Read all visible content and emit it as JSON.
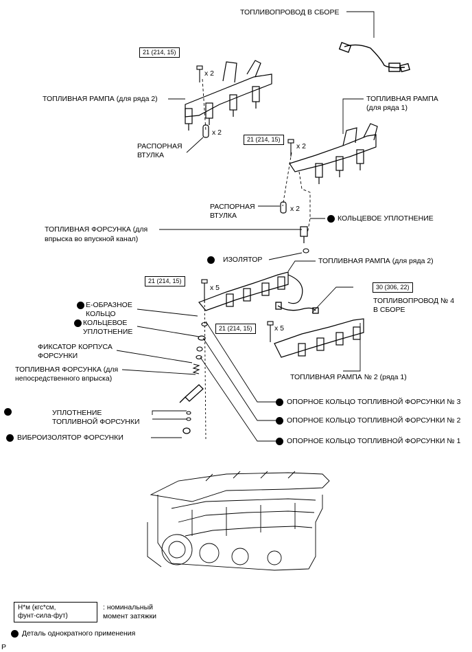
{
  "labels": {
    "fuel_pipe_assy": "ТОПЛИВОПРОВОД В СБОРЕ",
    "rail_bank2_top": "ТОПЛИВНАЯ РАМПА (для ряда 2)",
    "rail_bank1_top_l1": "ТОПЛИВНАЯ РАМПА",
    "rail_bank1_top_l2": "(для ряда 1)",
    "spacer_l1": "РАСПОРНАЯ",
    "spacer_l2": "ВТУЛКА",
    "spacer2_l1": "РАСПОРНАЯ",
    "spacer2_l2": "ВТУЛКА",
    "o_ring_top": "КОЛЬЦЕВОЕ УПЛОТНЕНИЕ",
    "port_injector_l1": "ТОПЛИВНАЯ ФОРСУНКА (для",
    "port_injector_l2": "впрыска во впускной канал)",
    "insulator": "ИЗОЛЯТОР",
    "rail_bank2_mid": "ТОПЛИВНАЯ РАМПА (для ряда 2)",
    "e_ring_l1": "Е-ОБРАЗНОЕ",
    "e_ring_l2": "КОЛЬЦО",
    "o_ring_mid_l1": "КОЛЬЦЕВОЕ",
    "o_ring_mid_l2": "УПЛОТНЕНИЕ",
    "fuel_pipe4_l1": "ТОПЛИВОПРОВОД № 4",
    "fuel_pipe4_l2": "В СБОРЕ",
    "clamp_l1": "ФИКСАТОР КОРПУСА",
    "clamp_l2": "ФОРСУНКИ",
    "di_injector_l1": "ТОПЛИВНАЯ ФОРСУНКА (для",
    "di_injector_l2": "непосредственного впрыска)",
    "rail_no2_bank1": "ТОПЛИВНАЯ РАМПА № 2 (ряда 1)",
    "seal_l1": "УПЛОТНЕНИЕ",
    "seal_l2": "ТОПЛИВНОЙ ФОРСУНКИ",
    "vibro_insulator": "ВИБРОИЗОЛЯТОР ФОРСУНКИ",
    "backup_ring3": "ОПОРНОЕ КОЛЬЦО ТОПЛИВНОЙ ФОРСУНКИ № 3",
    "backup_ring2": "ОПОРНОЕ КОЛЬЦО ТОПЛИВНОЙ ФОРСУНКИ № 2",
    "backup_ring1": "ОПОРНОЕ КОЛЬЦО ТОПЛИВНОЙ ФОРСУНКИ № 1"
  },
  "torques": {
    "t1": "21 (214, 15)",
    "t2": "21 (214, 15)",
    "t3": "21 (214, 15)",
    "t4": "21 (214, 15)",
    "t5": "30 (306, 22)"
  },
  "quantities": {
    "q1": "x 2",
    "q2": "x 2",
    "q3": "x 2",
    "q4": "x 2",
    "q5": "x 5",
    "q6": "x 5"
  },
  "legend": {
    "unit_box": "Н*м (кгс*см,\nфунт-сила-фут)",
    "unit_desc_l1": ": номинальный",
    "unit_desc_l2": "момент затяжки",
    "non_reusable": "Деталь однократного применения"
  },
  "corner_letter": "P"
}
